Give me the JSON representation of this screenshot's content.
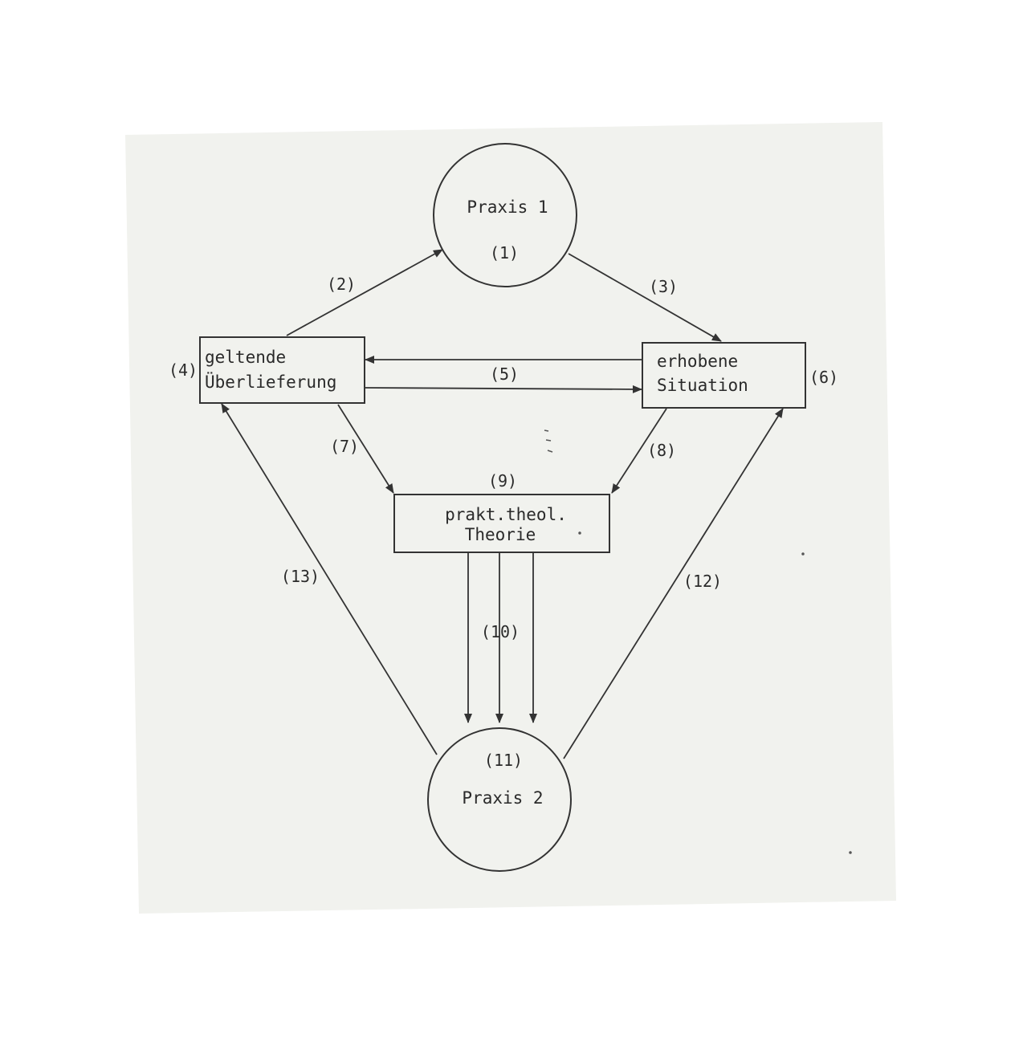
{
  "nodes": {
    "praxis1": {
      "title": "Praxis 1",
      "number": "(1)"
    },
    "ueberlieferung": {
      "line1": "geltende",
      "line2": "Überlieferung",
      "number": "(4)"
    },
    "situation": {
      "line1": "erhobene",
      "line2": "Situation",
      "number": "(6)"
    },
    "theorie": {
      "line1": "prakt.theol.",
      "line2": "Theorie",
      "number": "(9)"
    },
    "praxis2": {
      "title": "Praxis 2",
      "number": "(11)"
    }
  },
  "edges": {
    "e2": "(2)",
    "e3": "(3)",
    "e5": "(5)",
    "e7": "(7)",
    "e8": "(8)",
    "e10": "(10)",
    "e12": "(12)",
    "e13": "(13)"
  },
  "colors": {
    "sheet": "#f1f2ee",
    "ink": "#333333"
  }
}
